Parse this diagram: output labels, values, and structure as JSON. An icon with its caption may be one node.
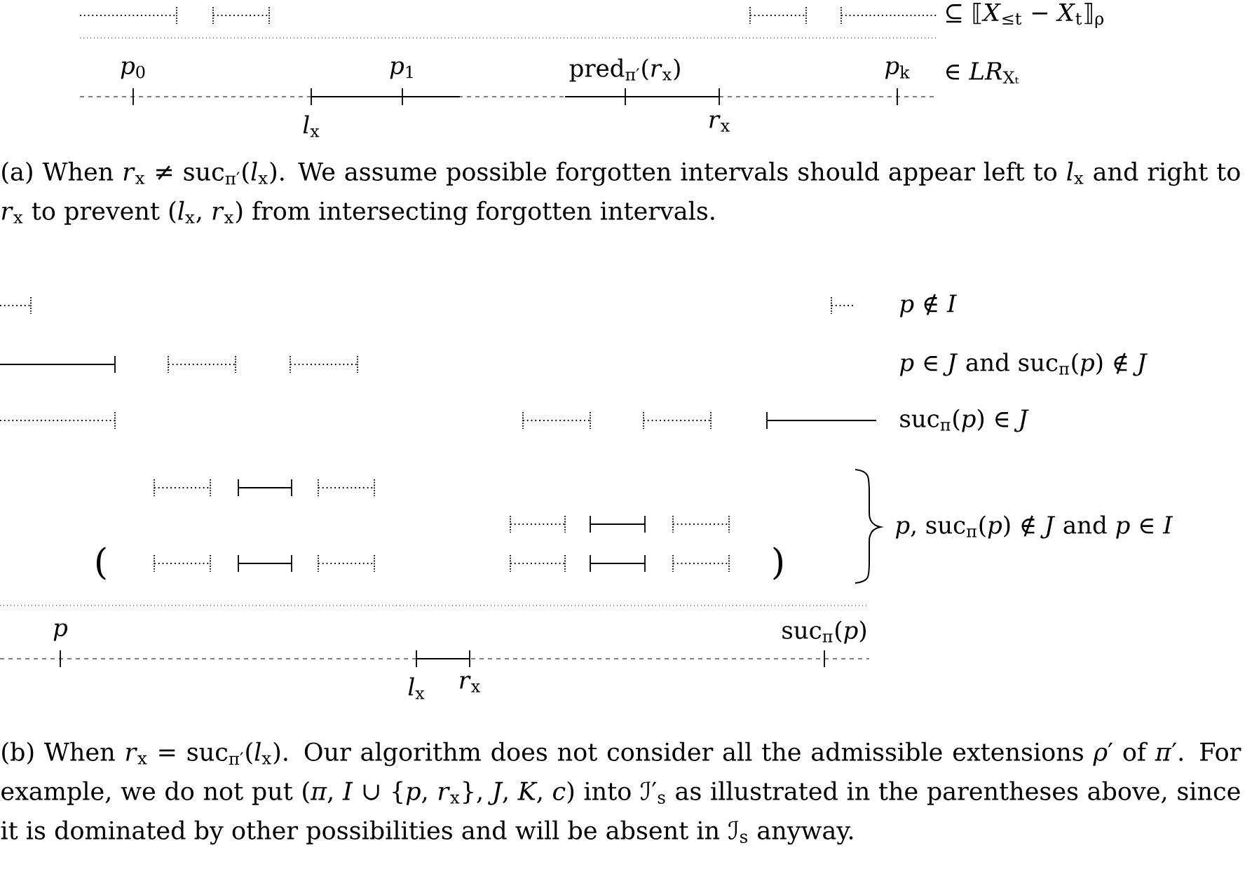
{
  "diagram": {
    "labels": [
      "⊆ ⟦*X*$_{≤t}$ − *X*$_{t}$⟧$_{ρ}$",
      "*p*$_{0}$",
      "*p*$_{1}$",
      "pred$_{π′}$(*r*$_{x}$)",
      "*p*$_{k}$",
      "∈ *LR*$_{Xₜ}$",
      "*l*$_{x}$",
      "*r*$_{x}$",
      "(a) When *r*$_{x}$ ≠ suc$_{π′}$(*l*$_{x}$). We assume possible forgotten intervals should appear left to *l*$_{x}$ and right to *r*$_{x}$ to prevent (*l*$_{x}$, *r*$_{x}$) from intersecting forgotten intervals.",
      "*p* ∉ *I*",
      "*p* ∈ *J* and suc$_{π}$(*p*) ∉ *J*",
      "suc$_{π}$(*p*) ∈ *J*",
      "(",
      ")",
      "*p*, suc$_{π}$(*p*) ∉ *J* and *p* ∈ *I*",
      "*p*",
      "suc$_{π}$(*p*)",
      "*l*$_{x}$",
      "*r*$_{x}$",
      "(b) When *r*$_{x}$ = suc$_{π′}$(*l*$_{x}$). Our algorithm does not consider all the admissible extensions *ρ*′ of *π*′. For example, we do not put (*π*, *I* ∪ {*p*, *r*$_{x}$}, *J*, *K*, *c*) into ℐ′$_{s}$ as illustrated in the parentheses above, since it is dominated by other possibilities and will be absent in ℐ$_{s}$ anyway."
    ]
  }
}
